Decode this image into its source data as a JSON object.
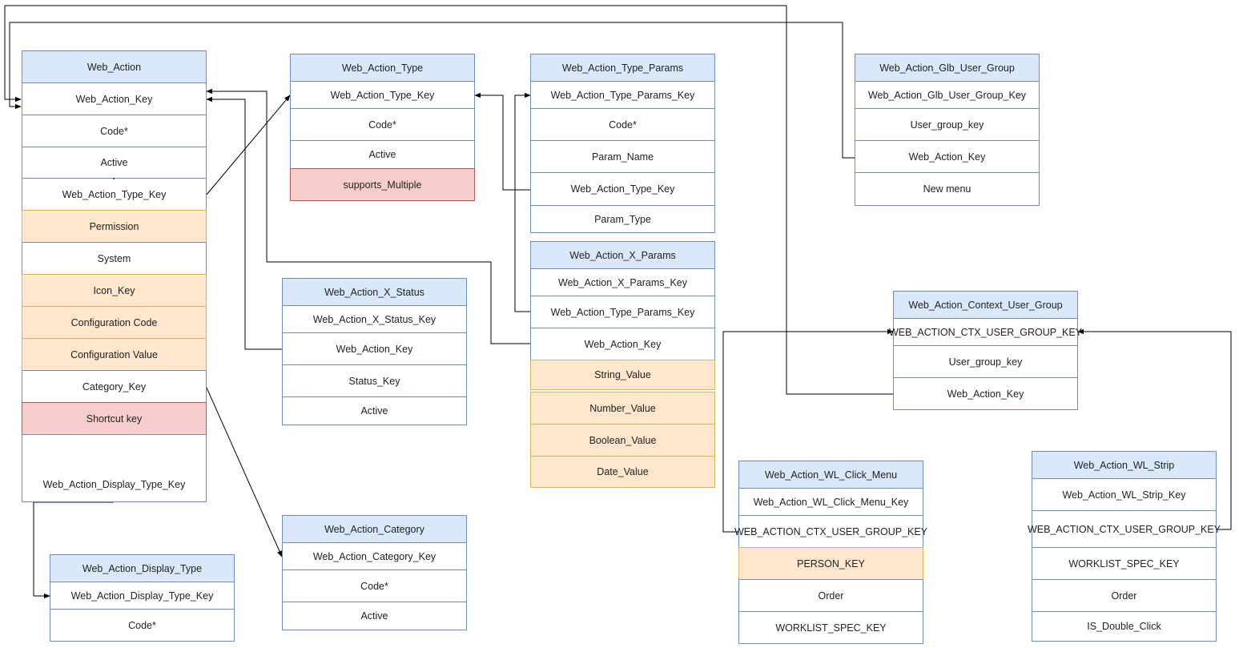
{
  "entities": {
    "web_action": {
      "title": "Web_Action",
      "rows": [
        "Web_Action_Key",
        "Code*",
        "Active",
        "Web_Action_Type_Key",
        "Permission",
        "System",
        "Icon_Key",
        "Configuration Code",
        "Configuration Value",
        "Category_Key",
        "Shortcut key",
        "",
        "Web_Action_Display_Type_Key"
      ]
    },
    "web_action_type": {
      "title": "Web_Action_Type",
      "rows": [
        "Web_Action_Type_Key",
        "Code*",
        "Active",
        "supports_Multiple"
      ]
    },
    "web_action_type_params": {
      "title": "Web_Action_Type_Params",
      "rows": [
        "Web_Action_Type_Params_Key",
        "Code*",
        "Param_Name",
        "Web_Action_Type_Key",
        "Param_Type"
      ]
    },
    "web_action_glb_user_group": {
      "title": "Web_Action_Glb_User_Group",
      "rows": [
        "Web_Action_Glb_User_Group_Key",
        "User_group_key",
        "Web_Action_Key",
        "New menu"
      ]
    },
    "web_action_x_status": {
      "title": "Web_Action_X_Status",
      "rows": [
        "Web_Action_X_Status_Key",
        "Web_Action_Key",
        "Status_Key",
        "Active"
      ]
    },
    "web_action_x_params": {
      "title": "Web_Action_X_Params",
      "rows": [
        "Web_Action_X_Params_Key",
        "Web_Action_Type_Params_Key",
        "Web_Action_Key",
        "String_Value",
        "Number_Value",
        "Boolean_Value",
        "Date_Value"
      ]
    },
    "web_action_context_user_group": {
      "title": "Web_Action_Context_User_Group",
      "rows": [
        "WEB_ACTION_CTX_USER_GROUP_KEY",
        "User_group_key",
        "Web_Action_Key"
      ]
    },
    "web_action_category": {
      "title": "Web_Action_Category",
      "rows": [
        "Web_Action_Category_Key",
        "Code*",
        "Active"
      ]
    },
    "web_action_display_type": {
      "title": "Web_Action_Display_Type",
      "rows": [
        "Web_Action_Display_Type_Key",
        "Code*"
      ]
    },
    "web_action_wl_click_menu": {
      "title": "Web_Action_WL_Click_Menu",
      "rows": [
        "Web_Action_WL_Click_Menu_Key",
        "WEB_ACTION_CTX_USER_GROUP_KEY",
        "PERSON_KEY",
        "Order",
        "WORKLIST_SPEC_KEY"
      ]
    },
    "web_action_wl_strip": {
      "title": "Web_Action_WL_Strip",
      "rows": [
        "Web_Action_WL_Strip_Key",
        "WEB_ACTION_CTX_USER_GROUP_KEY",
        "WORKLIST_SPEC_KEY",
        "Order",
        "IS_Double_Click"
      ]
    }
  },
  "colors": {
    "header_fill": "#dae8fc",
    "border": "#6c8ebf",
    "highlight_orange": "#ffe6cc",
    "highlight_red": "#f8cecc",
    "connector": "#000000"
  }
}
